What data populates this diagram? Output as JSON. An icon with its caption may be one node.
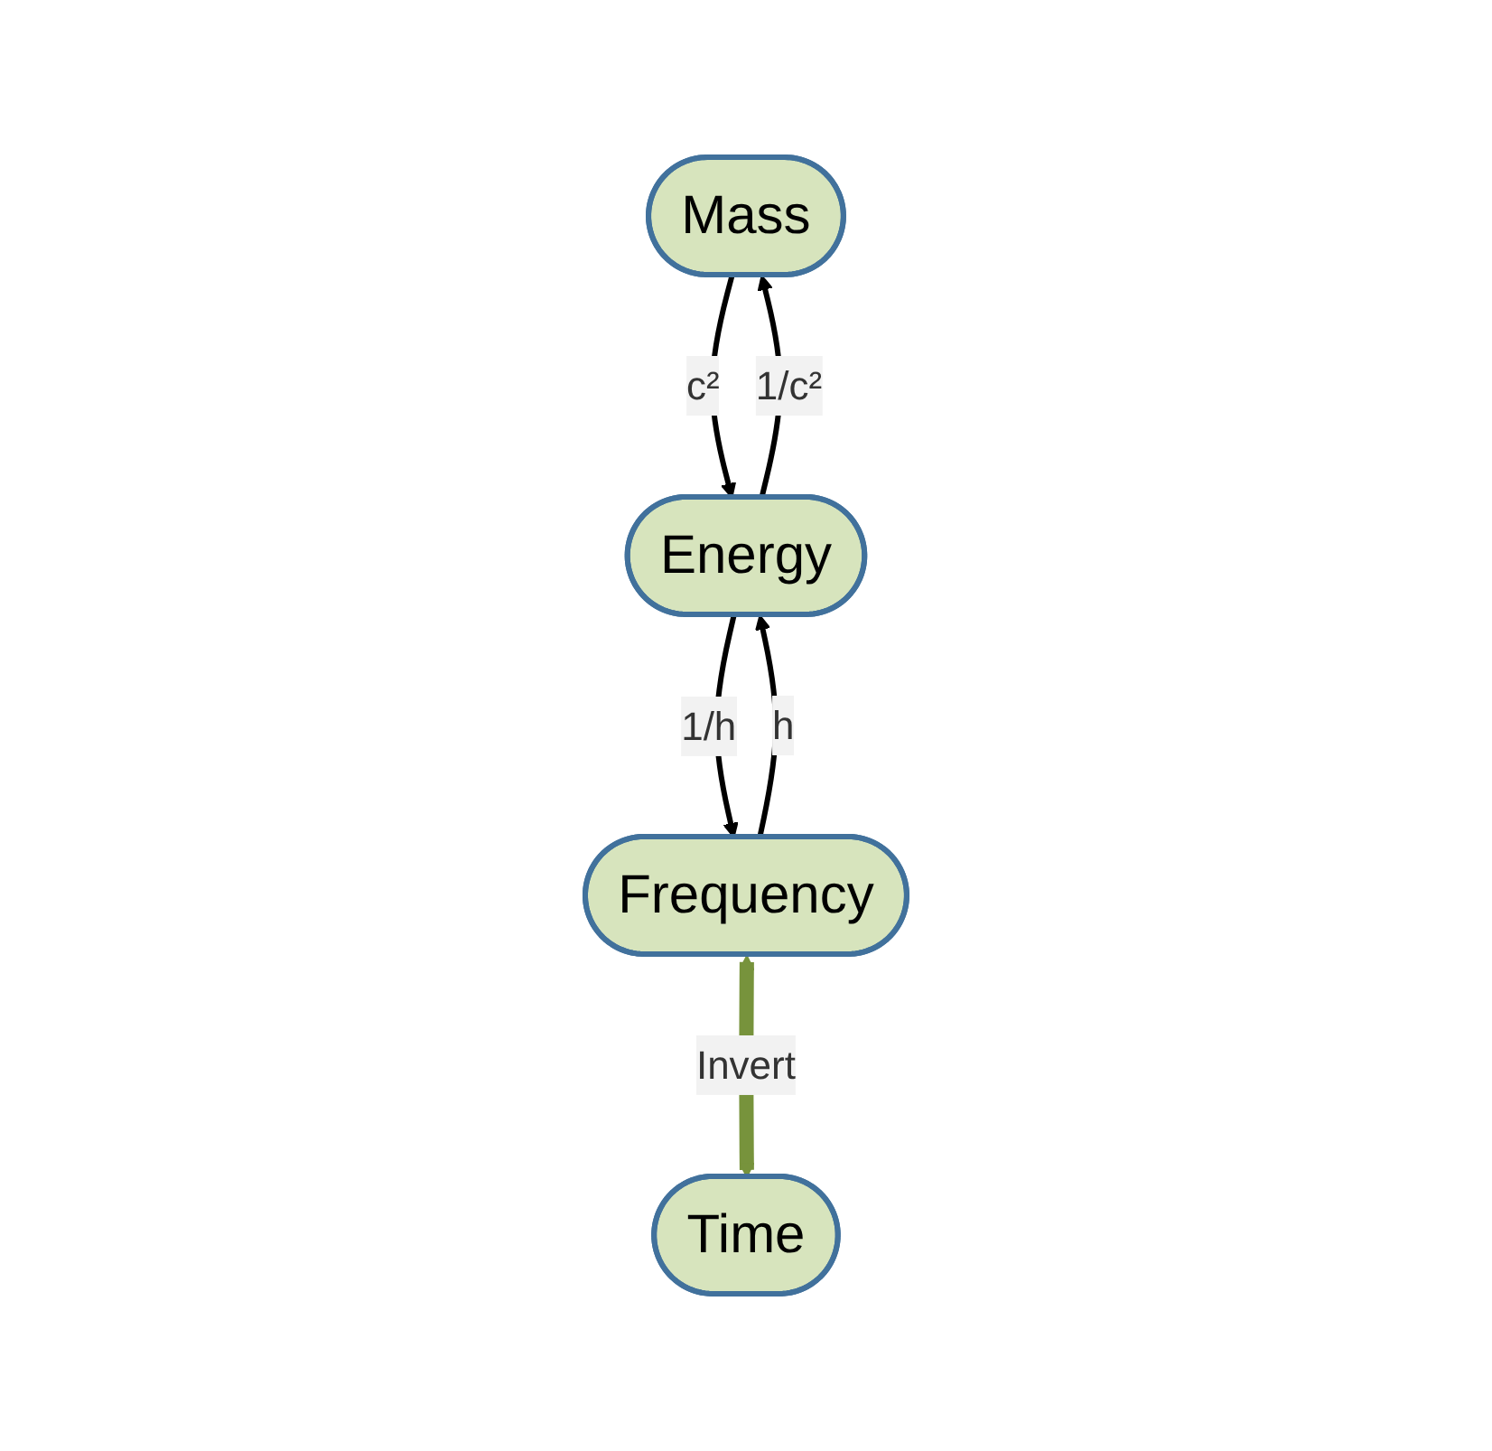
{
  "diagram": {
    "nodes": [
      {
        "text": [
          "Mass"
        ]
      },
      {
        "text": [
          "Energy"
        ]
      },
      {
        "text": [
          "Frequency"
        ]
      },
      {
        "text": [
          "Time"
        ]
      }
    ],
    "edges": [
      {
        "from": 1,
        "to": 0,
        "arrow": "to",
        "label": "1/c²"
      },
      {
        "from": 0,
        "to": 1,
        "arrow": "to",
        "label": "c²"
      },
      {
        "from": 1,
        "to": 2,
        "arrow": "to",
        "label": "1/h"
      },
      {
        "from": 2,
        "to": 1,
        "arrow": "to",
        "label": "h"
      },
      {
        "from": 2,
        "to": 3,
        "arrow": "both",
        "label": "Invert",
        "style": "thick",
        "color": "#77933c"
      }
    ]
  }
}
